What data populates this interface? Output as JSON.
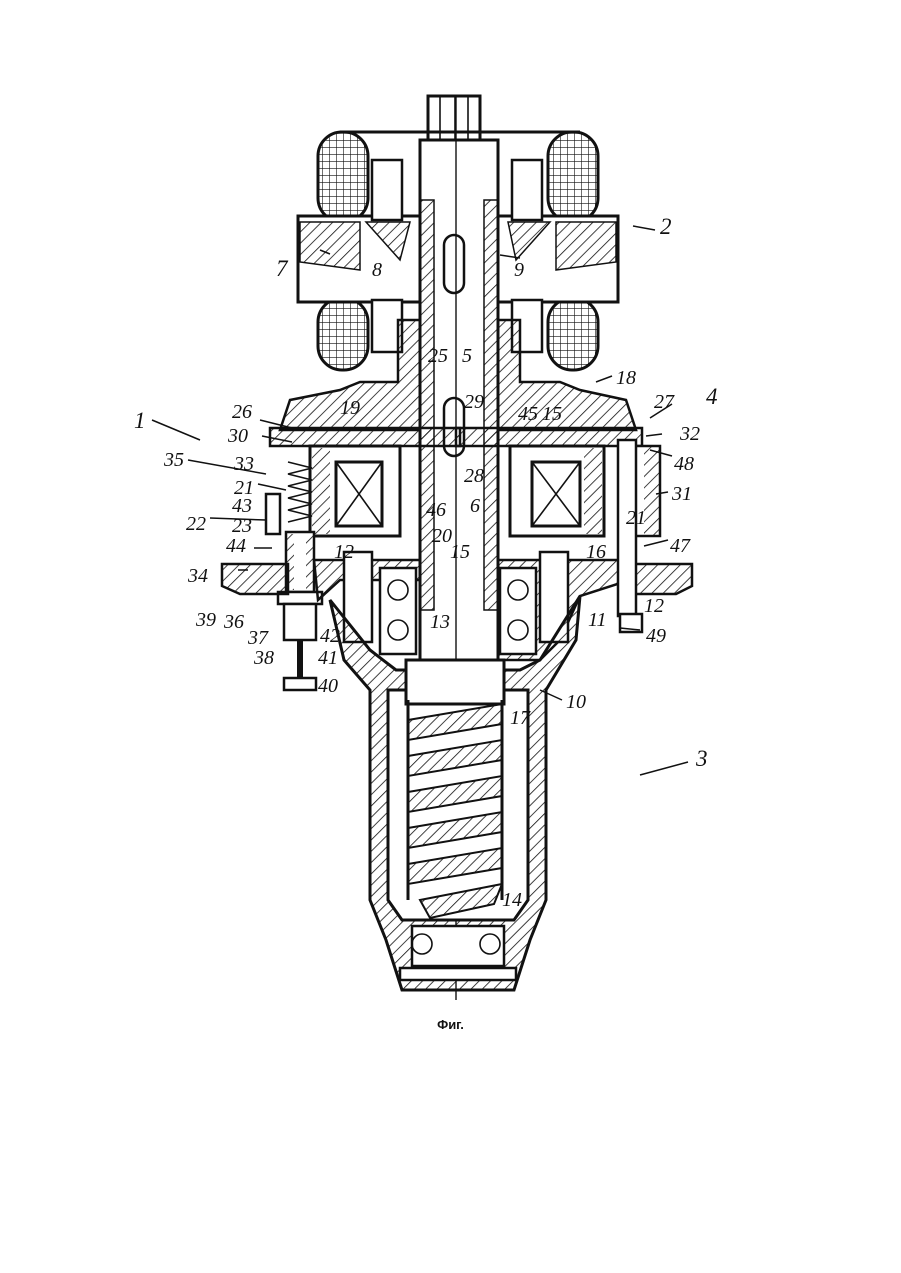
{
  "caption": "Фиг.",
  "ref_labels": [
    "1",
    "2",
    "3",
    "4",
    "5",
    "6",
    "7",
    "8",
    "9",
    "10",
    "11",
    "12",
    "13",
    "14",
    "15",
    "16",
    "17",
    "18",
    "19",
    "20",
    "21",
    "22",
    "23",
    "25",
    "26",
    "27",
    "28",
    "29",
    "30",
    "31",
    "32",
    "33",
    "34",
    "35",
    "36",
    "37",
    "38",
    "39",
    "40",
    "41",
    "42",
    "43",
    "44",
    "45",
    "46",
    "47",
    "48",
    "49"
  ]
}
